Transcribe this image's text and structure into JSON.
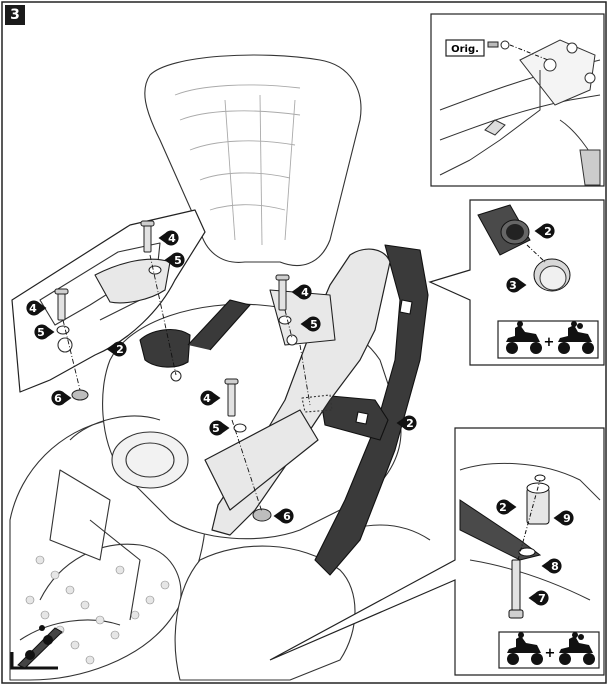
{
  "step": {
    "number": "3"
  },
  "inset_orig": {
    "label": "Orig."
  },
  "callouts": [
    {
      "id": "c4a",
      "num": "4"
    },
    {
      "id": "c5a",
      "num": "5"
    },
    {
      "id": "c4b",
      "num": "4"
    },
    {
      "id": "c5b",
      "num": "5"
    },
    {
      "id": "c2a",
      "num": "2"
    },
    {
      "id": "c6a",
      "num": "6"
    },
    {
      "id": "c4c",
      "num": "4"
    },
    {
      "id": "c5c",
      "num": "5"
    },
    {
      "id": "c4d",
      "num": "4"
    },
    {
      "id": "c5d",
      "num": "5"
    },
    {
      "id": "c2b",
      "num": "2"
    },
    {
      "id": "c6b",
      "num": "6"
    },
    {
      "id": "c2c",
      "num": "2"
    },
    {
      "id": "c3",
      "num": "3"
    },
    {
      "id": "c2d",
      "num": "2"
    },
    {
      "id": "c9",
      "num": "9"
    },
    {
      "id": "c8",
      "num": "8"
    },
    {
      "id": "c7",
      "num": "7"
    }
  ],
  "plus_signs": [
    "+",
    "+"
  ]
}
